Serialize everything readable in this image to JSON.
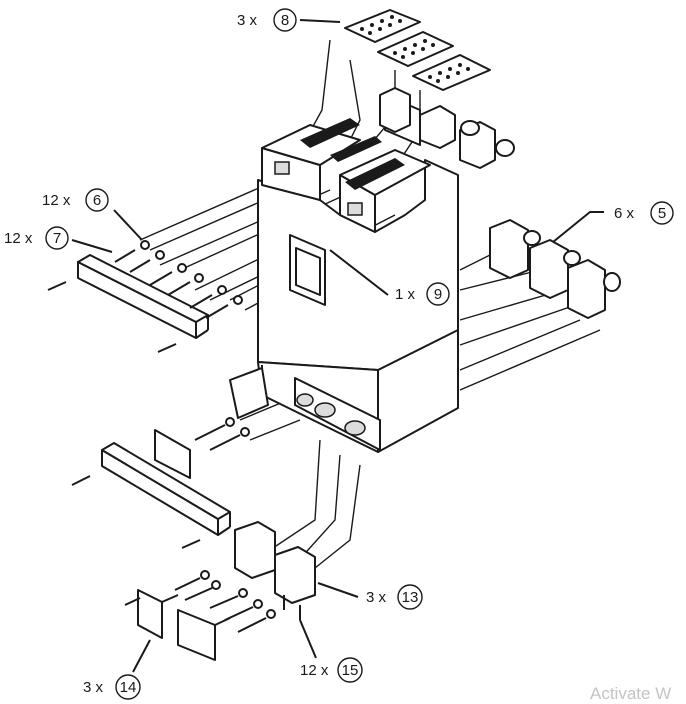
{
  "callouts": [
    {
      "id": "c8",
      "count": "3 x",
      "number": "8"
    },
    {
      "id": "c6",
      "count": "12 x",
      "number": "6"
    },
    {
      "id": "c7",
      "count": "12 x",
      "number": "7"
    },
    {
      "id": "c5",
      "count": "6 x",
      "number": "5"
    },
    {
      "id": "c9",
      "count": "1 x",
      "number": "9"
    },
    {
      "id": "c13",
      "count": "3 x",
      "number": "13"
    },
    {
      "id": "c15",
      "count": "12 x",
      "number": "15"
    },
    {
      "id": "c14",
      "count": "3 x",
      "number": "14"
    }
  ],
  "watermark": "Activate W",
  "colors": {
    "line": "#1a1a1a",
    "background": "#ffffff",
    "watermark": "#c4c4c4"
  }
}
